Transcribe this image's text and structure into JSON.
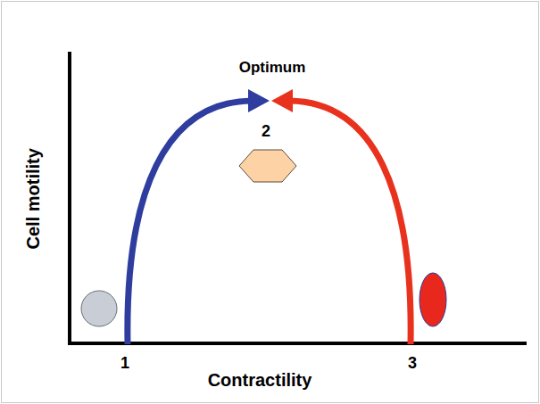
{
  "diagram": {
    "labels": [
      "Optimum",
      "2",
      "Cell motility",
      "1",
      "Contractility",
      "3"
    ]
  }
}
